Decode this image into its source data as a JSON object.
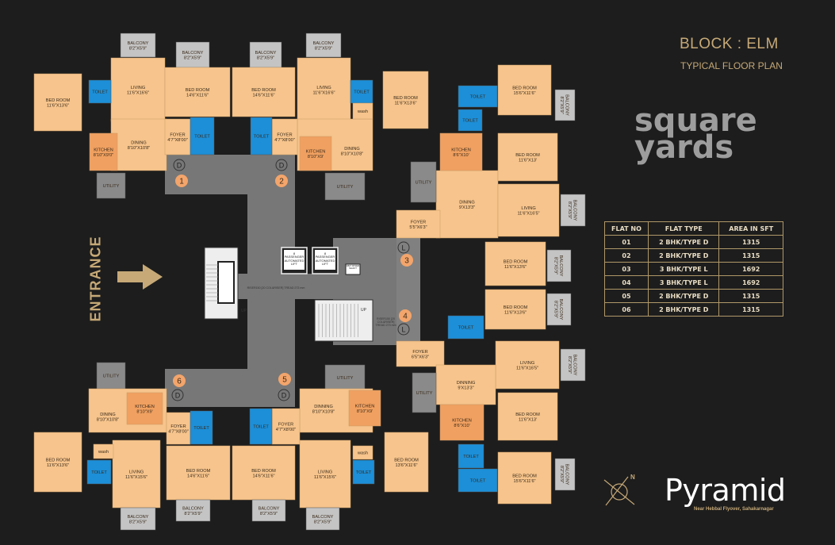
{
  "header": {
    "title": "BLOCK : ELM",
    "subtitle": "TYPICAL FLOOR PLAN"
  },
  "entrance_label": "ENTRANCE",
  "watermark": {
    "line1": "square",
    "line2": "yards"
  },
  "brand": {
    "name": "Pyramid",
    "tagline": "Near Hebbal Flyover, Sahakarnagar",
    "compass_label": "N"
  },
  "table": {
    "headers": [
      "FLAT NO",
      "FLAT TYPE",
      "AREA IN SFT"
    ],
    "rows": [
      [
        "01",
        "2 BHK/TYPE D",
        "1315"
      ],
      [
        "02",
        "2 BHK/TYPE D",
        "1315"
      ],
      [
        "03",
        "3 BHK/TYPE L",
        "1692"
      ],
      [
        "04",
        "3 BHK/TYPE L",
        "1692"
      ],
      [
        "05",
        "2 BHK/TYPE D",
        "1315"
      ],
      [
        "06",
        "2 BHK/TYPE D",
        "1315"
      ]
    ]
  },
  "core": {
    "lift1": "8 PASSENGER AUTOMATED LIFT",
    "lift2": "8 PASSENGER AUTOMATED LIFT",
    "shaft": "WET RISER SHAFT",
    "stair_note": "RISER150 [20 COL&RISER] TREAD 273 mm",
    "stair_note2": "RISER150 [20 COL&RISER] TREAD 273 mm",
    "up1": "UP",
    "up2": "UP"
  },
  "units": [
    {
      "flat_no": "1",
      "type_badge": "D",
      "rooms": [
        {
          "name": "BALCONY",
          "dim": "8'2\"X5'9\""
        },
        {
          "name": "BALCONY",
          "dim": "8'2\"X5'9\""
        },
        {
          "name": "LIVING",
          "dim": "11'6\"X16'6\""
        },
        {
          "name": "BED ROOM",
          "dim": "14'6\"X11'6\""
        },
        {
          "name": "BED ROOM",
          "dim": "11'6\"X13'6\""
        },
        {
          "name": "TOILET",
          "dim": ""
        },
        {
          "name": "TOILET",
          "dim": ""
        },
        {
          "name": "DINING",
          "dim": "8'10\"X10'8\""
        },
        {
          "name": "FOYER",
          "dim": "4'7\"X8'00\""
        },
        {
          "name": "KITCHEN",
          "dim": "8'10\"X9'0\""
        },
        {
          "name": "UTILITY",
          "dim": ""
        }
      ]
    },
    {
      "flat_no": "2",
      "type_badge": "D",
      "rooms": [
        {
          "name": "BALCONY",
          "dim": "8'2\"X5'9\""
        },
        {
          "name": "BALCONY",
          "dim": "8'2\"X5'9\""
        },
        {
          "name": "LIVING",
          "dim": "11'6\"X16'6\""
        },
        {
          "name": "BED ROOM",
          "dim": "14'6\"X11'6\""
        },
        {
          "name": "BED ROOM",
          "dim": "11'6\"X13'6\""
        },
        {
          "name": "TOILET",
          "dim": ""
        },
        {
          "name": "TOILET",
          "dim": ""
        },
        {
          "name": "DINING",
          "dim": "8'10\"X10'8\""
        },
        {
          "name": "FOYER",
          "dim": "4'7\"X8'00\""
        },
        {
          "name": "KITCHEN",
          "dim": "8'10\"X9'"
        },
        {
          "name": "UTILITY",
          "dim": ""
        },
        {
          "name": "wash",
          "dim": ""
        }
      ]
    },
    {
      "flat_no": "3",
      "type_badge": "L",
      "rooms": [
        {
          "name": "BED ROOM",
          "dim": "15'6\"X11'6\""
        },
        {
          "name": "BALCONY",
          "dim": "8'2\"X5'9\""
        },
        {
          "name": "TOILET",
          "dim": ""
        },
        {
          "name": "TOILET",
          "dim": ""
        },
        {
          "name": "KITCHEN",
          "dim": "8'6\"X10'"
        },
        {
          "name": "UTILITY",
          "dim": ""
        },
        {
          "name": "DINING",
          "dim": "9'X13'3\""
        },
        {
          "name": "BED ROOM",
          "dim": "11'6\"X13'"
        },
        {
          "name": "LIVING",
          "dim": "11'6\"X16'5\""
        },
        {
          "name": "BALCONY",
          "dim": "8'2\"X5'9\""
        },
        {
          "name": "FOYER",
          "dim": "5'5\"X6'3\""
        }
      ]
    },
    {
      "flat_no": "4",
      "type_badge": "L",
      "rooms": [
        {
          "name": "BED ROOM",
          "dim": "11'6\"X13'6\""
        },
        {
          "name": "BALCONY",
          "dim": "8'2\"X5'9\""
        },
        {
          "name": "BED ROOM",
          "dim": "11'6\"X13'6\""
        },
        {
          "name": "BALCONY",
          "dim": "8'2\"X5'9\""
        },
        {
          "name": "TOILET",
          "dim": ""
        },
        {
          "name": "FOYER",
          "dim": "6'5\"X6'3\""
        },
        {
          "name": "LIVING",
          "dim": "11'6\"X16'5\""
        },
        {
          "name": "BALCONY",
          "dim": "8'2\"X5'9\""
        },
        {
          "name": "DINNING",
          "dim": "9'X13'3\""
        },
        {
          "name": "UTILITY",
          "dim": ""
        },
        {
          "name": "KITCHEN",
          "dim": "8'6\"X10'"
        },
        {
          "name": "BED ROOM",
          "dim": "11'6\"X13'"
        },
        {
          "name": "TOILET",
          "dim": ""
        },
        {
          "name": "TOILET",
          "dim": ""
        },
        {
          "name": "BED ROOM",
          "dim": "15'6\"X11'6\""
        },
        {
          "name": "BALCONY",
          "dim": "8'2\"X5'9\""
        }
      ]
    },
    {
      "flat_no": "5",
      "type_badge": "D",
      "rooms": [
        {
          "name": "UTILITY",
          "dim": ""
        },
        {
          "name": "KITCHEN",
          "dim": "8'10\"X9'"
        },
        {
          "name": "DINNING",
          "dim": "8'10\"X10'8\""
        },
        {
          "name": "FOYER",
          "dim": "4'7\"X8'00\""
        },
        {
          "name": "TOILET",
          "dim": ""
        },
        {
          "name": "BED ROOM",
          "dim": "14'6\"X11'6\""
        },
        {
          "name": "LIVING",
          "dim": "11'6\"X15'6\""
        },
        {
          "name": "TOILET",
          "dim": ""
        },
        {
          "name": "BED ROOM",
          "dim": "13'6\"X11'6\""
        },
        {
          "name": "BALCONY",
          "dim": "8'2\"X5'9\""
        },
        {
          "name": "BALCONY",
          "dim": "8'2\"X5'9\""
        },
        {
          "name": "wash",
          "dim": ""
        }
      ]
    },
    {
      "flat_no": "6",
      "type_badge": "D",
      "rooms": [
        {
          "name": "UTILITY",
          "dim": ""
        },
        {
          "name": "KITCHEN",
          "dim": "8'10\"X9'"
        },
        {
          "name": "DINING",
          "dim": "8'10\"X10'8\""
        },
        {
          "name": "FOYER",
          "dim": "4'7\"X8'00\""
        },
        {
          "name": "TOILET",
          "dim": ""
        },
        {
          "name": "BED ROOM",
          "dim": "11'6\"X13'6\""
        },
        {
          "name": "TOILET",
          "dim": ""
        },
        {
          "name": "LIVING",
          "dim": "11'6\"X15'6\""
        },
        {
          "name": "BED ROOM",
          "dim": "14'6\"X11'6\""
        },
        {
          "name": "BALCONY",
          "dim": "8'2\"X5'9\""
        },
        {
          "name": "BALCONY",
          "dim": "8'2\"X5'9\""
        },
        {
          "name": "wash",
          "dim": ""
        }
      ]
    }
  ],
  "colors": {
    "background": "#1d1d1d",
    "room": "#f6c48c",
    "kitchen": "#f0a060",
    "toilet": "#1c8fd8",
    "balcony": "#c4c4c4",
    "utility": "#8a8a8a",
    "corridor": "#777777",
    "flat_badge": "#f3a56b",
    "accent_gold": "#c6a977"
  }
}
